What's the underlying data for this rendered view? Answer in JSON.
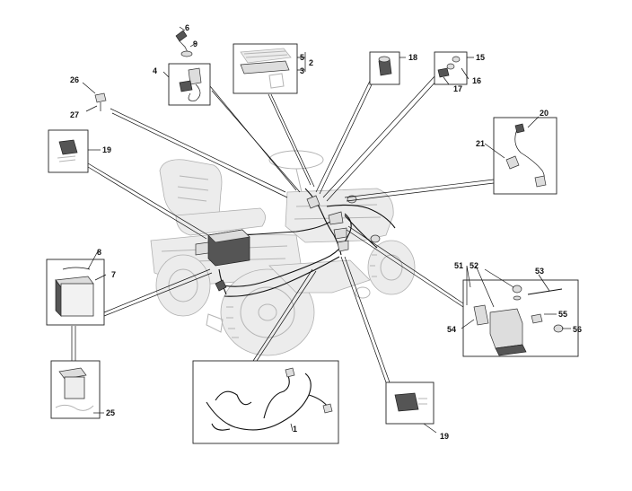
{
  "diagram": {
    "callouts": {
      "c1": "1",
      "c2": "2",
      "c3": "3",
      "c4": "4",
      "c5": "5",
      "c6": "6",
      "c7": "7",
      "c8": "8",
      "c9": "9",
      "c15": "15",
      "c16": "16",
      "c17": "17",
      "c18": "18",
      "c19a": "19",
      "c19b": "19",
      "c20": "20",
      "c21": "21",
      "c25": "25",
      "c26": "26",
      "c27": "27",
      "c51": "51",
      "c52": "52",
      "c53": "53",
      "c54": "54",
      "c55": "55",
      "c56": "56"
    }
  }
}
